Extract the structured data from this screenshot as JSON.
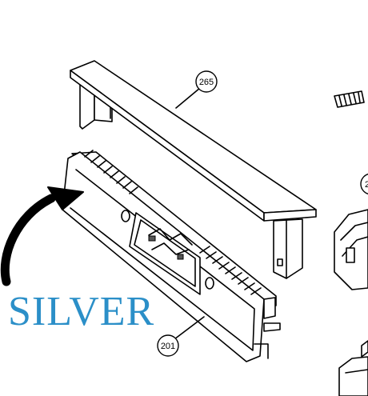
{
  "label": {
    "text": "SILVER",
    "color": "#2b8fc8"
  },
  "callouts": [
    {
      "number": "265"
    },
    {
      "number": "201"
    },
    {
      "number": "2"
    }
  ],
  "arrow": {
    "color": "#000000"
  }
}
